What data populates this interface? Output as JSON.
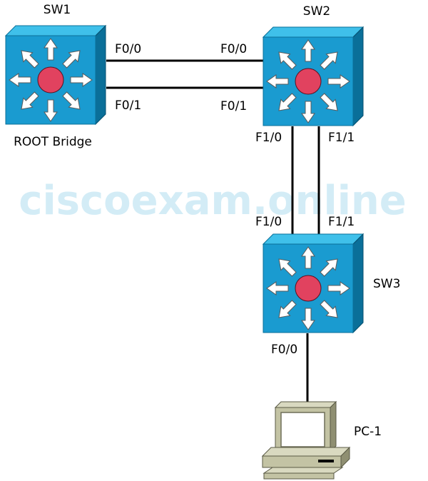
{
  "watermark": "ciscoexam.online",
  "devices": {
    "sw1": {
      "name": "SW1",
      "role": "ROOT Bridge",
      "icon": "multilayer-switch-icon"
    },
    "sw2": {
      "name": "SW2",
      "icon": "multilayer-switch-icon"
    },
    "sw3": {
      "name": "SW3",
      "icon": "multilayer-switch-icon"
    },
    "pc1": {
      "name": "PC-1",
      "icon": "desktop-pc-icon"
    }
  },
  "links": [
    {
      "from": "SW1",
      "from_port": "F0/0",
      "to": "SW2",
      "to_port": "F0/0"
    },
    {
      "from": "SW1",
      "from_port": "F0/1",
      "to": "SW2",
      "to_port": "F0/1"
    },
    {
      "from": "SW2",
      "from_port": "F1/0",
      "to": "SW3",
      "to_port": "F1/0"
    },
    {
      "from": "SW2",
      "from_port": "F1/1",
      "to": "SW3",
      "to_port": "F1/1"
    },
    {
      "from": "SW3",
      "from_port": "F0/0",
      "to": "PC-1",
      "to_port": ""
    }
  ],
  "colors": {
    "switch_front": "#1a9bd0",
    "switch_top": "#3fc0ea",
    "switch_side": "#0a6f99",
    "router_dot": "#e1425f",
    "link": "#000000"
  }
}
